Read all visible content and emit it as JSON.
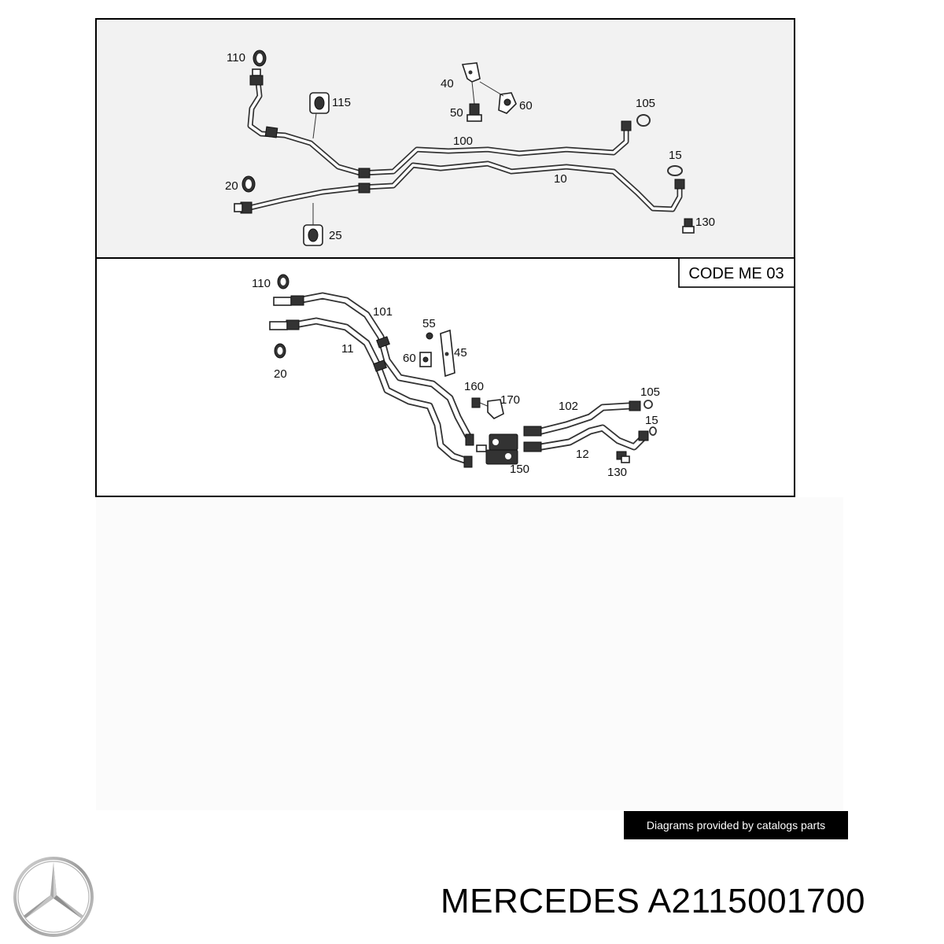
{
  "diagram": {
    "code_box": "CODE ME 03",
    "top_panel_labels": {
      "l110": "110",
      "l115": "115",
      "l40": "40",
      "l50": "50",
      "l60": "60",
      "l105": "105",
      "l100": "100",
      "l15": "15",
      "l10": "10",
      "l20": "20",
      "l25": "25",
      "l130": "130"
    },
    "bottom_panel_labels": {
      "l110": "110",
      "l101": "101",
      "l55": "55",
      "l11": "11",
      "l60": "60",
      "l45": "45",
      "l20": "20",
      "l160": "160",
      "l170": "170",
      "l102": "102",
      "l105": "105",
      "l15": "15",
      "l12": "12",
      "l150": "150",
      "l130": "130"
    }
  },
  "footer": {
    "credit": "Diagrams provided by catalogs parts",
    "part_title": "MERCEDES A2115001700"
  },
  "brand": {
    "logo_icon": "mercedes-star-icon"
  }
}
